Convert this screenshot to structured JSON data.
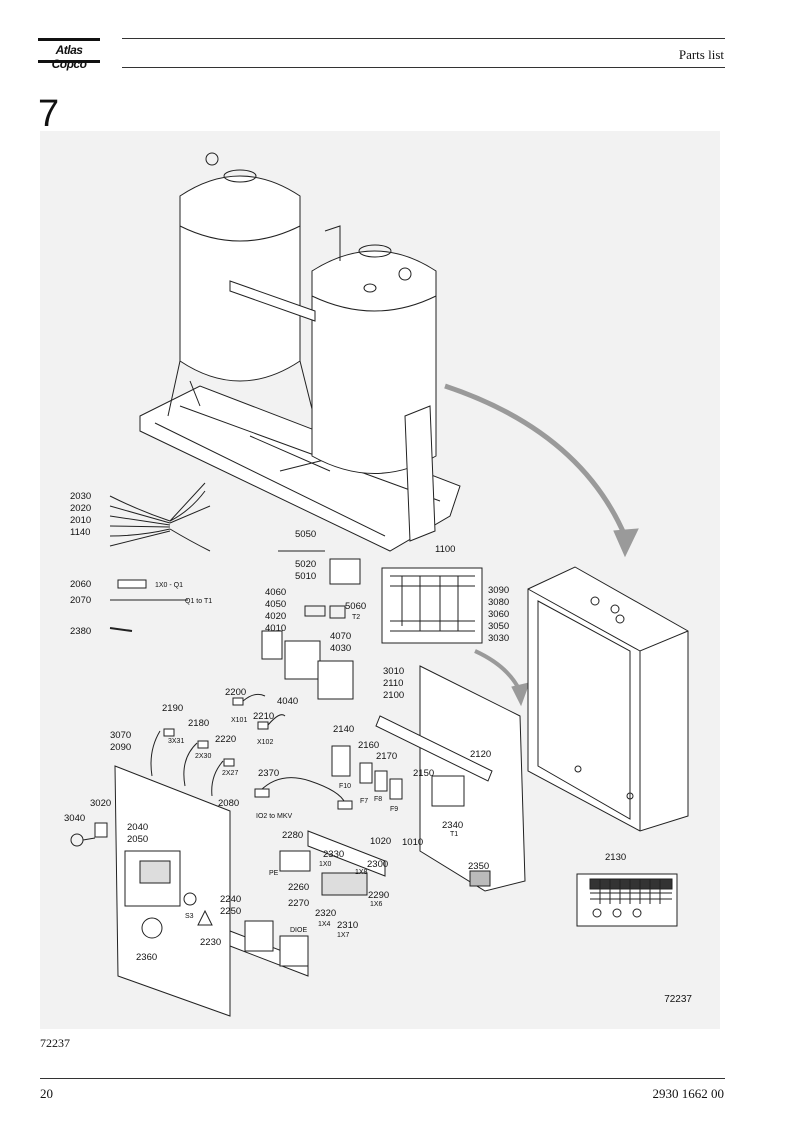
{
  "header": {
    "brand": "Atlas Copco",
    "title": "Parts list"
  },
  "section_number": "7",
  "figure": {
    "drawing_id": "72237",
    "part_labels": [
      {
        "text": "2030"
      },
      {
        "text": "2020"
      },
      {
        "text": "2010"
      },
      {
        "text": "1140"
      },
      {
        "text": "2060"
      },
      {
        "text": "2070"
      },
      {
        "text": "2380"
      },
      {
        "text": "5050"
      },
      {
        "text": "5020"
      },
      {
        "text": "5010"
      },
      {
        "text": "5060"
      },
      {
        "text": "4060"
      },
      {
        "text": "4050"
      },
      {
        "text": "4020"
      },
      {
        "text": "4010"
      },
      {
        "text": "4070"
      },
      {
        "text": "4030"
      },
      {
        "text": "4040"
      },
      {
        "text": "1100"
      },
      {
        "text": "3090"
      },
      {
        "text": "3080"
      },
      {
        "text": "3060"
      },
      {
        "text": "3050"
      },
      {
        "text": "3030"
      },
      {
        "text": "3010"
      },
      {
        "text": "2110"
      },
      {
        "text": "2100"
      },
      {
        "text": "2200"
      },
      {
        "text": "2210"
      },
      {
        "text": "2190"
      },
      {
        "text": "2180"
      },
      {
        "text": "2220"
      },
      {
        "text": "3070"
      },
      {
        "text": "2090"
      },
      {
        "text": "2140"
      },
      {
        "text": "2160"
      },
      {
        "text": "2170"
      },
      {
        "text": "2150"
      },
      {
        "text": "2120"
      },
      {
        "text": "2370"
      },
      {
        "text": "3020"
      },
      {
        "text": "3040"
      },
      {
        "text": "2080"
      },
      {
        "text": "2040"
      },
      {
        "text": "2050"
      },
      {
        "text": "2340"
      },
      {
        "text": "1010"
      },
      {
        "text": "1020"
      },
      {
        "text": "2280"
      },
      {
        "text": "2330"
      },
      {
        "text": "2300"
      },
      {
        "text": "2260"
      },
      {
        "text": "2290"
      },
      {
        "text": "2270"
      },
      {
        "text": "2320"
      },
      {
        "text": "2310"
      },
      {
        "text": "2350"
      },
      {
        "text": "2130"
      },
      {
        "text": "2240"
      },
      {
        "text": "2250"
      },
      {
        "text": "2230"
      },
      {
        "text": "2360"
      }
    ],
    "connector_labels": [
      {
        "text": "1X0 - Q1"
      },
      {
        "text": "Q1 to T1"
      },
      {
        "text": "T2"
      },
      {
        "text": "X101"
      },
      {
        "text": "X102"
      },
      {
        "text": "3X31"
      },
      {
        "text": "2X30"
      },
      {
        "text": "2X27"
      },
      {
        "text": "F10"
      },
      {
        "text": "F7"
      },
      {
        "text": "F8"
      },
      {
        "text": "F9"
      },
      {
        "text": "IO2 to MKV"
      },
      {
        "text": "T1"
      },
      {
        "text": "PE"
      },
      {
        "text": "1X0"
      },
      {
        "text": "1X8"
      },
      {
        "text": "1X6"
      },
      {
        "text": "1X4"
      },
      {
        "text": "1X7"
      },
      {
        "text": "S3"
      },
      {
        "text": "DIOE"
      }
    ]
  },
  "figure_caption": "72237",
  "footer": {
    "page": "20",
    "doc_number": "2930 1662 00"
  }
}
